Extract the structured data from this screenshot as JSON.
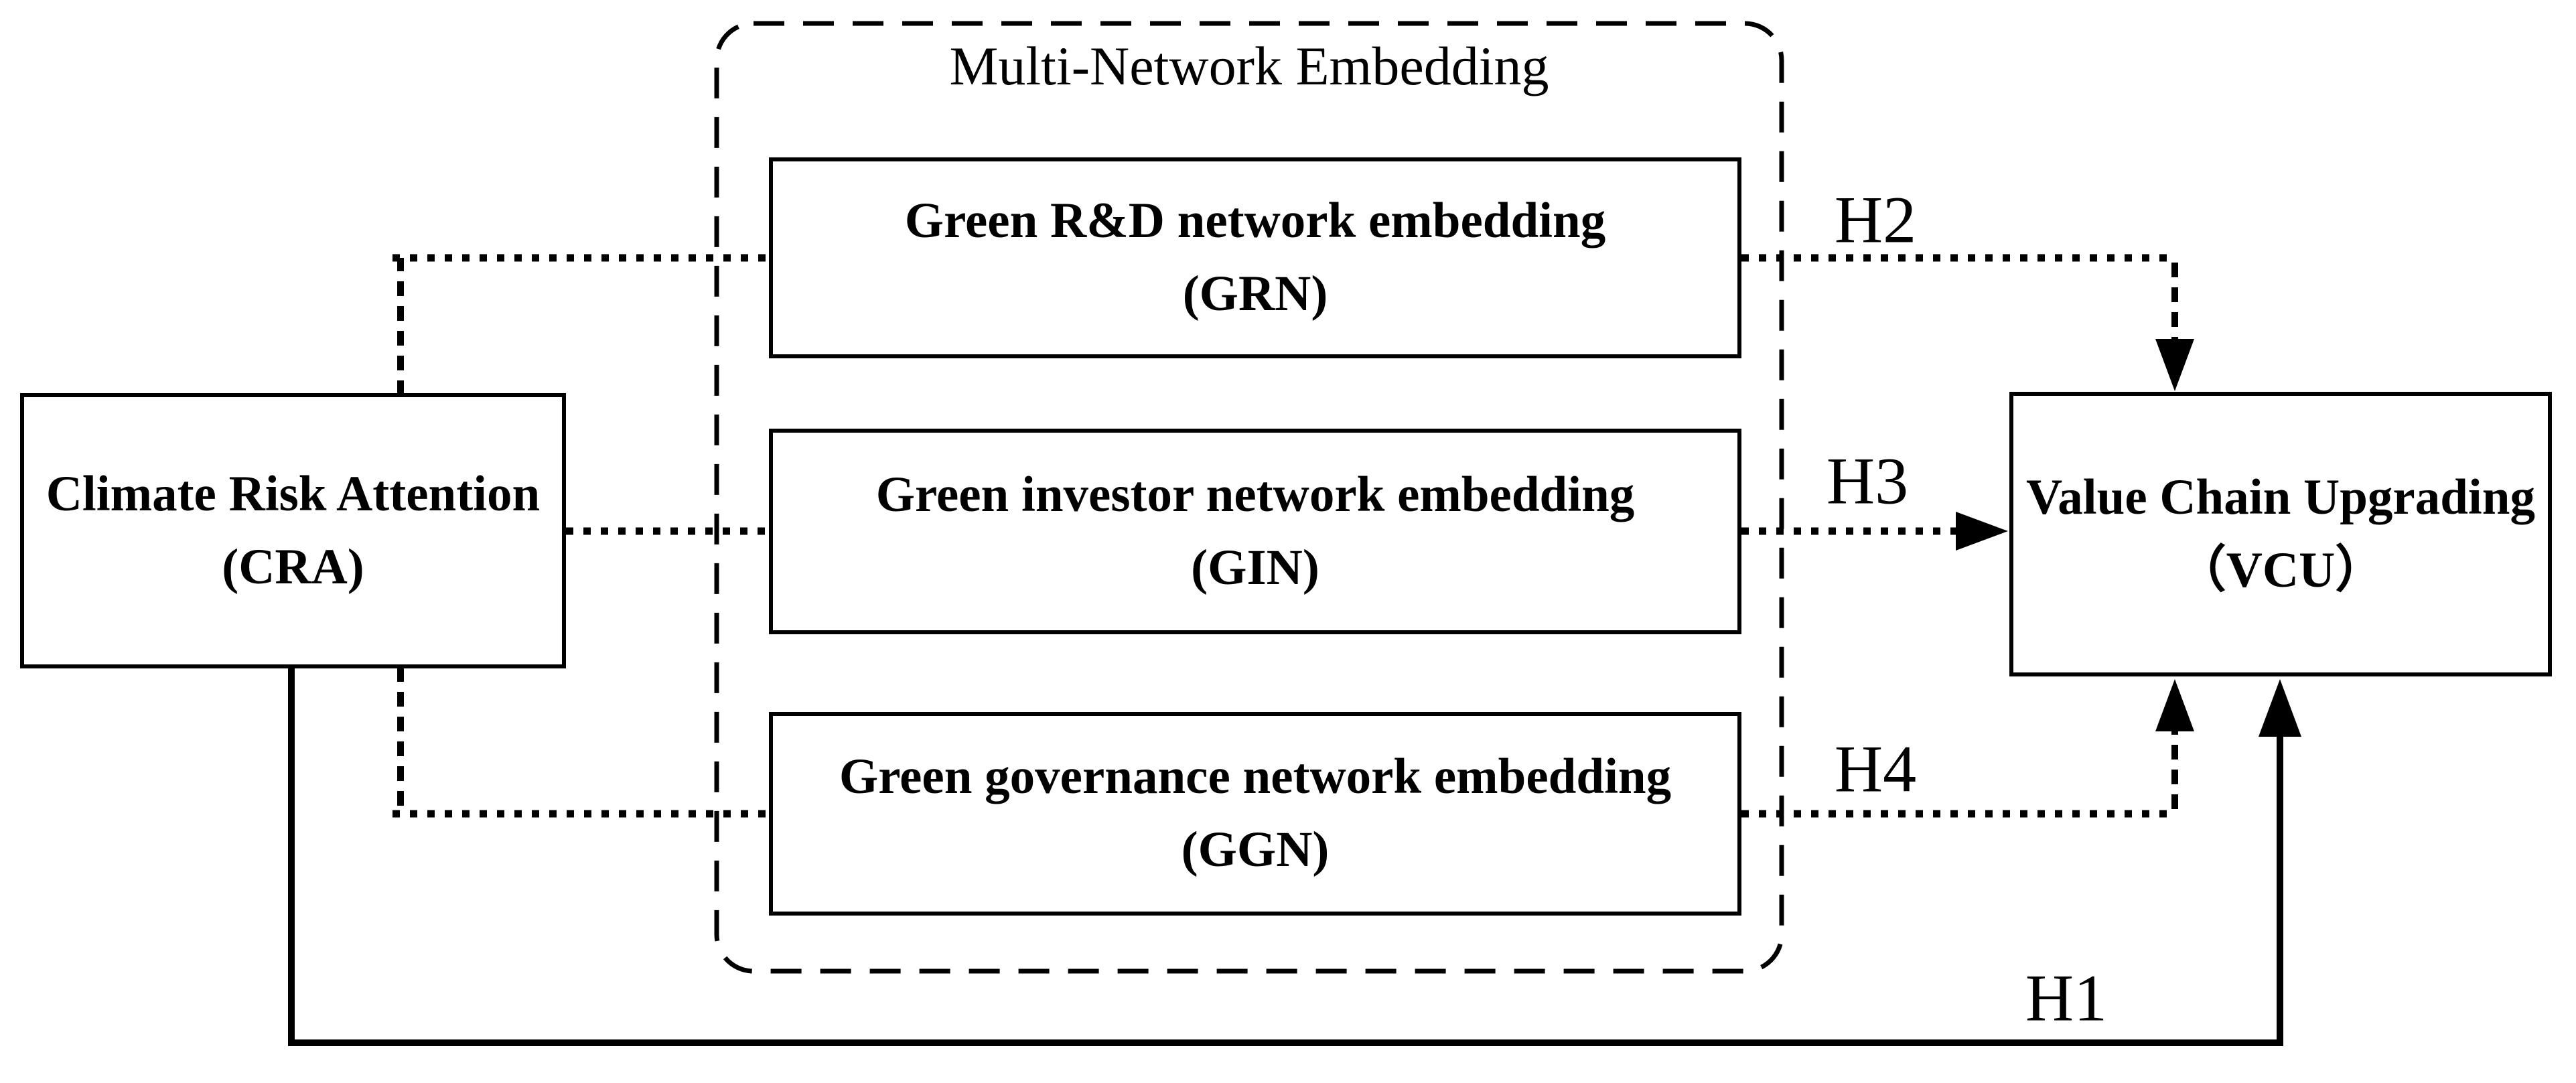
{
  "diagram": {
    "title": "Multi-Network Embedding",
    "nodes": {
      "cra": {
        "line1": "Climate Risk Attention",
        "line2": "(CRA)"
      },
      "grn": {
        "line1": "Green R&D network embedding",
        "line2": "(GRN)"
      },
      "gin": {
        "line1": "Green investor network embedding",
        "line2": "(GIN)"
      },
      "ggn": {
        "line1": "Green governance network embedding",
        "line2": "(GGN)"
      },
      "vcu": {
        "line1": "Value Chain Upgrading",
        "line2": "（VCU）"
      }
    },
    "hypotheses": {
      "h1": "H1",
      "h2": "H2",
      "h3": "H3",
      "h4": "H4"
    },
    "edges": [
      {
        "from": "CRA",
        "to": "GRN",
        "style": "dotted",
        "label": ""
      },
      {
        "from": "CRA",
        "to": "GIN",
        "style": "dotted",
        "label": ""
      },
      {
        "from": "CRA",
        "to": "GGN",
        "style": "dotted",
        "label": ""
      },
      {
        "from": "GRN",
        "to": "VCU",
        "style": "dotted-arrow",
        "label": "H2"
      },
      {
        "from": "GIN",
        "to": "VCU",
        "style": "dotted-arrow",
        "label": "H3"
      },
      {
        "from": "GGN",
        "to": "VCU",
        "style": "dotted-arrow",
        "label": "H4"
      },
      {
        "from": "CRA",
        "to": "VCU",
        "style": "solid-arrow",
        "label": "H1"
      }
    ],
    "colors": {
      "line": "#000000",
      "background": "#ffffff"
    }
  }
}
